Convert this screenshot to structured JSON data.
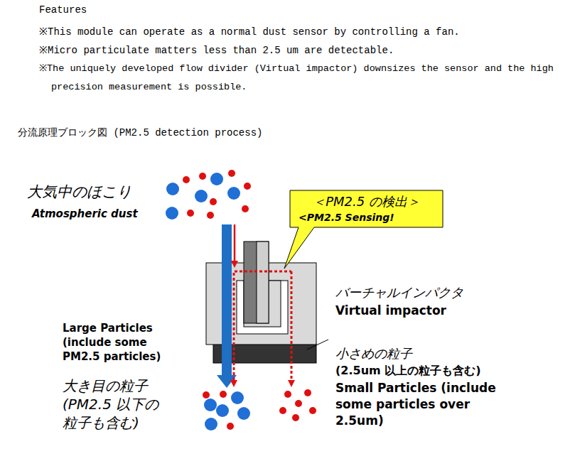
{
  "diagram": {
    "title": "分流原理ブロック図 (PM2.5 detection process)",
    "nodes": [
      {
        "text": [
          "＜PM2.5 の検出＞",
          "<PM2.5 Sensing!"
        ]
      }
    ],
    "labels": [
      "Features",
      "※This module can operate as a normal dust sensor by controlling a fan.",
      "※Micro particulate matters less than 2.5 um are detectable.",
      "※The uniquely developed flow divider (Virtual impactor) downsizes the sensor and the high precision measurement is possible.",
      "大気中のほこり",
      "Atmospheric dust",
      "バーチャルインパクタ",
      "Virtual impactor",
      "Large Particles (include some PM2.5 particles)",
      "大き目の粒子 (PM2.5 以下の 粒子も含む)",
      "小さめの粒子",
      "(2.5um 以上の粒子も含む)",
      "Small Particles (include some particles over 2.5um)"
    ]
  }
}
